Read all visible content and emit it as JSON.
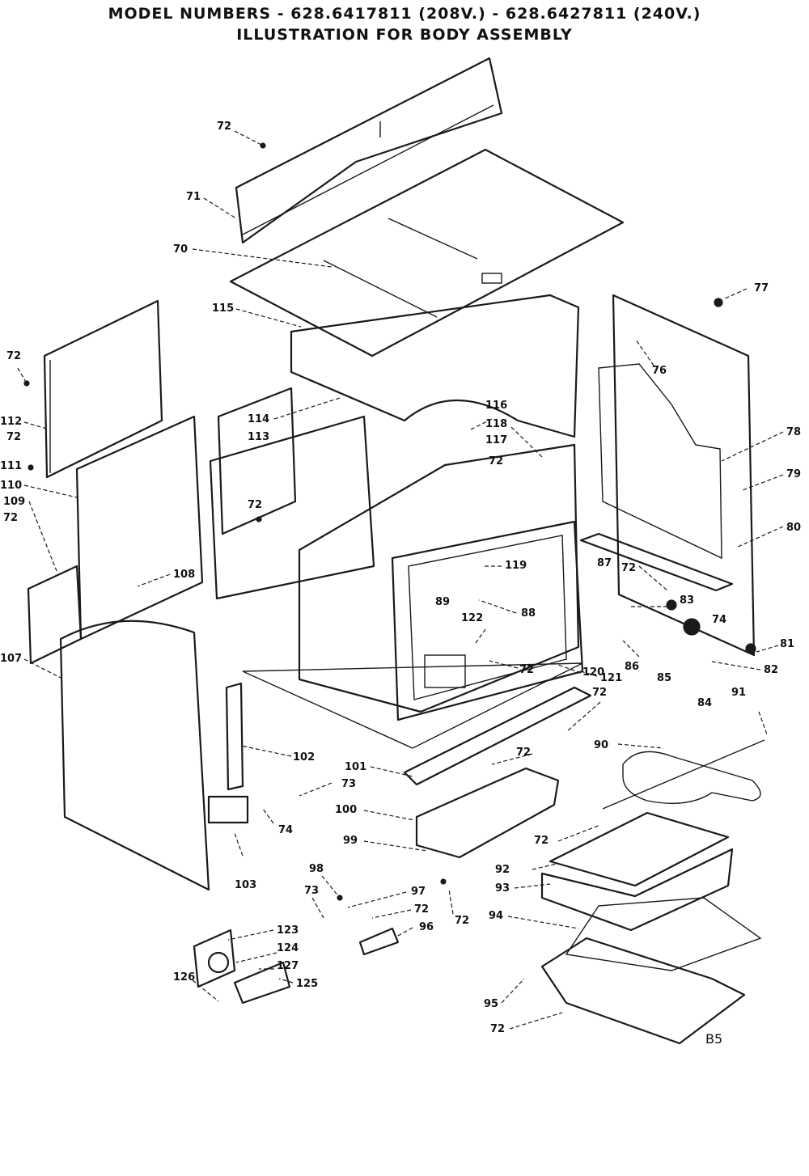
{
  "header": {
    "title_line1": "MODEL NUMBERS - 628.6417811 (208V.) - 628.6427811 (240V.)",
    "title_line2": "ILLUSTRATION FOR BODY ASSEMBLY"
  },
  "page_code": "B5",
  "callouts": [
    {
      "id": "c-72-a",
      "text": "72"
    },
    {
      "id": "c-71",
      "text": "71"
    },
    {
      "id": "c-70",
      "text": "70"
    },
    {
      "id": "c-115",
      "text": "115"
    },
    {
      "id": "c-77",
      "text": "77"
    },
    {
      "id": "c-76",
      "text": "76"
    },
    {
      "id": "c-72-b",
      "text": "72"
    },
    {
      "id": "c-112",
      "text": "112"
    },
    {
      "id": "c-72-c",
      "text": "72"
    },
    {
      "id": "c-111",
      "text": "111"
    },
    {
      "id": "c-114",
      "text": "114"
    },
    {
      "id": "c-113",
      "text": "113"
    },
    {
      "id": "c-116",
      "text": "116"
    },
    {
      "id": "c-118",
      "text": "118"
    },
    {
      "id": "c-117",
      "text": "117"
    },
    {
      "id": "c-72-d",
      "text": "72"
    },
    {
      "id": "c-78",
      "text": "78"
    },
    {
      "id": "c-79",
      "text": "79"
    },
    {
      "id": "c-110",
      "text": "110"
    },
    {
      "id": "c-109",
      "text": "109"
    },
    {
      "id": "c-72-e",
      "text": "72"
    },
    {
      "id": "c-72-f",
      "text": "72"
    },
    {
      "id": "c-80",
      "text": "80"
    },
    {
      "id": "c-108",
      "text": "108"
    },
    {
      "id": "c-119",
      "text": "119"
    },
    {
      "id": "c-87",
      "text": "87"
    },
    {
      "id": "c-72-g",
      "text": "72"
    },
    {
      "id": "c-83",
      "text": "83"
    },
    {
      "id": "c-74-a",
      "text": "74"
    },
    {
      "id": "c-81",
      "text": "81"
    },
    {
      "id": "c-89",
      "text": "89"
    },
    {
      "id": "c-122",
      "text": "122"
    },
    {
      "id": "c-88",
      "text": "88"
    },
    {
      "id": "c-72-h",
      "text": "72"
    },
    {
      "id": "c-120",
      "text": "120"
    },
    {
      "id": "c-86",
      "text": "86"
    },
    {
      "id": "c-85",
      "text": "85"
    },
    {
      "id": "c-82",
      "text": "82"
    },
    {
      "id": "c-107",
      "text": "107"
    },
    {
      "id": "c-121",
      "text": "121"
    },
    {
      "id": "c-84",
      "text": "84"
    },
    {
      "id": "c-91",
      "text": "91"
    },
    {
      "id": "c-72-i",
      "text": "72"
    },
    {
      "id": "c-102",
      "text": "102"
    },
    {
      "id": "c-90",
      "text": "90"
    },
    {
      "id": "c-101",
      "text": "101"
    },
    {
      "id": "c-72-j",
      "text": "72"
    },
    {
      "id": "c-73-a",
      "text": "73"
    },
    {
      "id": "c-100",
      "text": "100"
    },
    {
      "id": "c-74-b",
      "text": "74"
    },
    {
      "id": "c-99",
      "text": "99"
    },
    {
      "id": "c-72-k",
      "text": "72"
    },
    {
      "id": "c-92",
      "text": "92"
    },
    {
      "id": "c-103",
      "text": "103"
    },
    {
      "id": "c-98",
      "text": "98"
    },
    {
      "id": "c-93",
      "text": "93"
    },
    {
      "id": "c-73-b",
      "text": "73"
    },
    {
      "id": "c-97",
      "text": "97"
    },
    {
      "id": "c-72-l",
      "text": "72"
    },
    {
      "id": "c-72-m",
      "text": "72"
    },
    {
      "id": "c-96",
      "text": "96"
    },
    {
      "id": "c-94",
      "text": "94"
    },
    {
      "id": "c-123",
      "text": "123"
    },
    {
      "id": "c-124",
      "text": "124"
    },
    {
      "id": "c-127",
      "text": "127"
    },
    {
      "id": "c-125",
      "text": "125"
    },
    {
      "id": "c-126",
      "text": "126"
    },
    {
      "id": "c-95",
      "text": "95"
    },
    {
      "id": "c-72-n",
      "text": "72"
    }
  ]
}
